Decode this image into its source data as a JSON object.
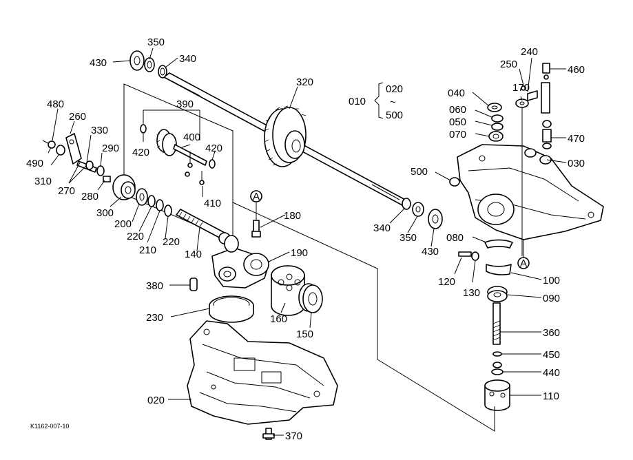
{
  "labels": {
    "p010": "010",
    "p020_range_start": "020",
    "p020_range_sep": "~",
    "p020_range_end": "500",
    "p020": "020",
    "p030": "030",
    "p040": "040",
    "p050": "050",
    "p060": "060",
    "p070": "070",
    "p080": "080",
    "p090": "090",
    "p100": "100",
    "p110": "110",
    "p120": "120",
    "p130": "130",
    "p140": "140",
    "p150": "150",
    "p160": "160",
    "p170": "170",
    "p180": "180",
    "p190": "190",
    "p200": "200",
    "p210": "210",
    "p220a": "220",
    "p220b": "220",
    "p230": "230",
    "p240": "240",
    "p250": "250",
    "p260": "260",
    "p270": "270",
    "p280": "280",
    "p290": "290",
    "p300": "300",
    "p310": "310",
    "p320": "320",
    "p330": "330",
    "p340a": "340",
    "p340b": "340",
    "p350a": "350",
    "p350b": "350",
    "p360": "360",
    "p370": "370",
    "p380": "380",
    "p390": "390",
    "p400": "400",
    "p410": "410",
    "p420a": "420",
    "p420b": "420",
    "p430a": "430",
    "p430b": "430",
    "p440": "440",
    "p450": "450",
    "p460": "460",
    "p470": "470",
    "p480": "480",
    "p490": "490",
    "p500": "500",
    "ref_a1": "A",
    "ref_a2": "A"
  },
  "drawing_code": "K1162-007-10"
}
